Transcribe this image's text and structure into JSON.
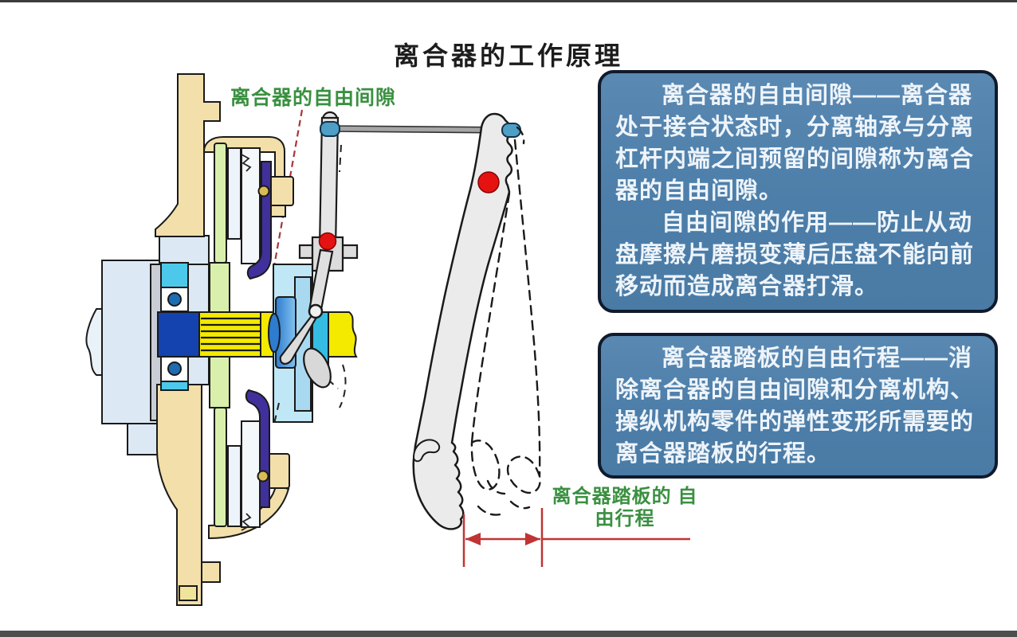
{
  "title": "离合器的工作原理",
  "labels": {
    "free_gap": "离合器的自由间隙",
    "pedal_travel": "离合器踏板的 自由行程"
  },
  "info_boxes": [
    {
      "id": "free-gap-definition",
      "paragraphs": [
        "离合器的自由间隙——离合器处于接合状态时，分离轴承与分离杠杆内端之间预留的间隙称为离合器的自由间隙。",
        "自由间隙的作用——防止从动盘摩擦片磨损变薄后压盘不能向前移动而造成离合器打滑。"
      ]
    },
    {
      "id": "pedal-free-travel",
      "paragraphs": [
        "离合器踏板的自由行程——消除离合器的自由间隙和分离机构、操纵机构零件的弹性变形所需要的离合器踏板的行程。"
      ]
    }
  ],
  "colors": {
    "info_box_fill": "#4c7ea9",
    "info_box_border": "#101a2c",
    "info_box_text": "#eef4fa",
    "label_green": "#3a9040",
    "marker_red": "#e51212",
    "dimension_red": "#c23333",
    "housing_tan": "#f2dfa9",
    "flywheel_pale_blue": "#dce9f5",
    "disc_green": "#d9efac",
    "lever_purple": "#40309b",
    "shaft_yellow": "#f3ea00",
    "hub_blue": "#1442ae",
    "bearing_cyan": "#4cc9ea",
    "pedal_gray": "#ebebeb"
  }
}
